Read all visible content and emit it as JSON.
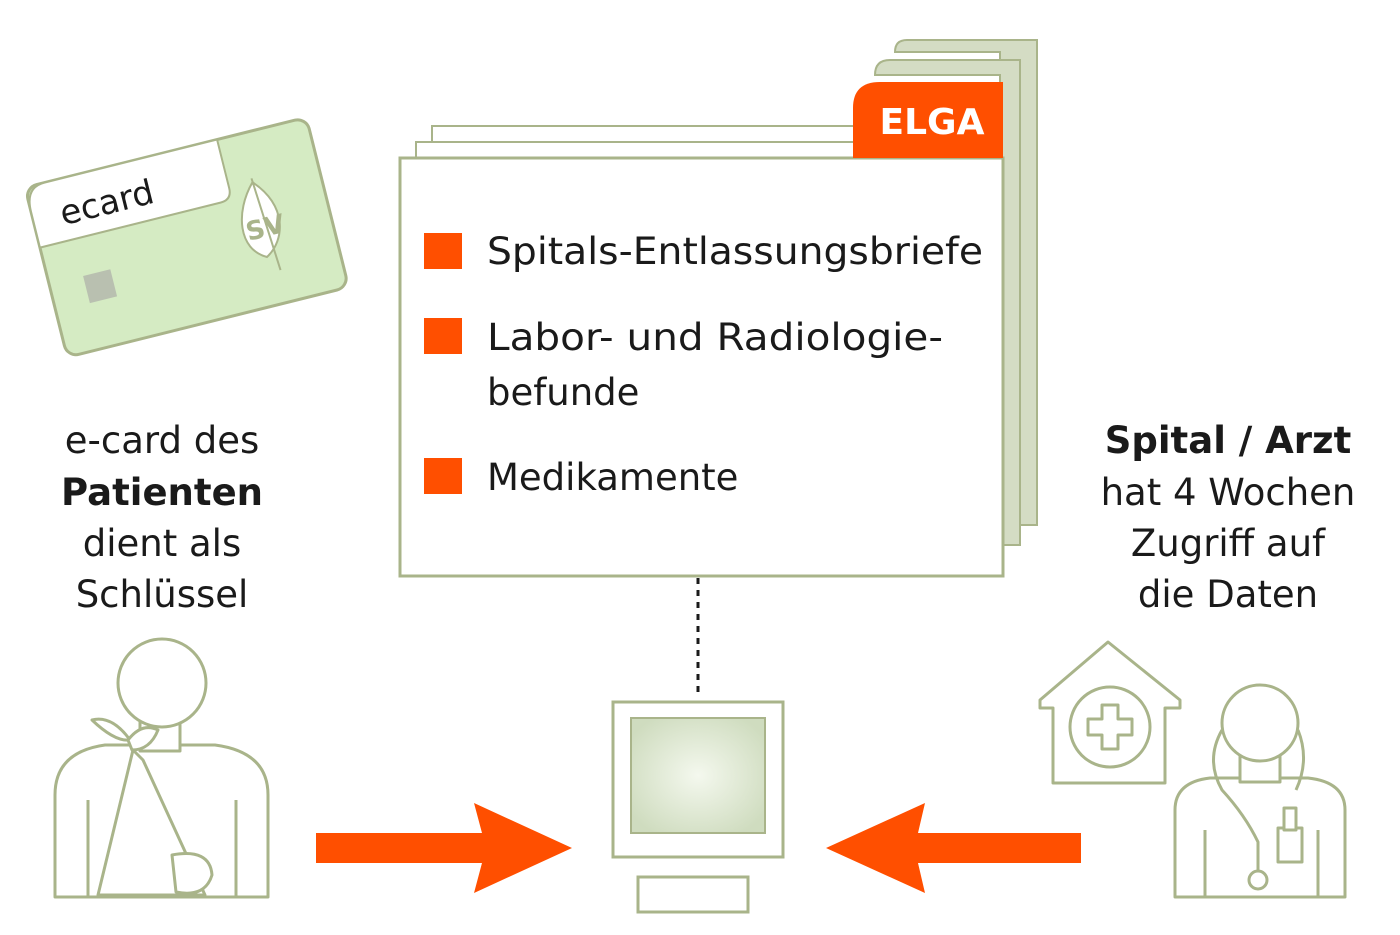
{
  "card": {
    "label": "ecard"
  },
  "folder": {
    "tab_label": "ELGA",
    "items": [
      {
        "lines": [
          "Spitals-Entlassungsbriefe"
        ]
      },
      {
        "lines": [
          "Labor- und Radiologie-",
          "befunde"
        ]
      },
      {
        "lines": [
          "Medikamente"
        ]
      }
    ]
  },
  "patient_caption": {
    "line1": "e-card des",
    "line2": "Patienten",
    "line3": "dient als",
    "line4": "Schlüssel"
  },
  "doctor_caption": {
    "line1": "Spital / Arzt",
    "line2": "hat 4 Wochen",
    "line3": "Zugriff auf",
    "line4": "die Daten"
  },
  "colors": {
    "accent": "#ff4f00",
    "outline": "#a9b48a",
    "card_fill": "#d5ebc3",
    "folder_back": "#d4dcc4",
    "text": "#1a1a1a"
  }
}
